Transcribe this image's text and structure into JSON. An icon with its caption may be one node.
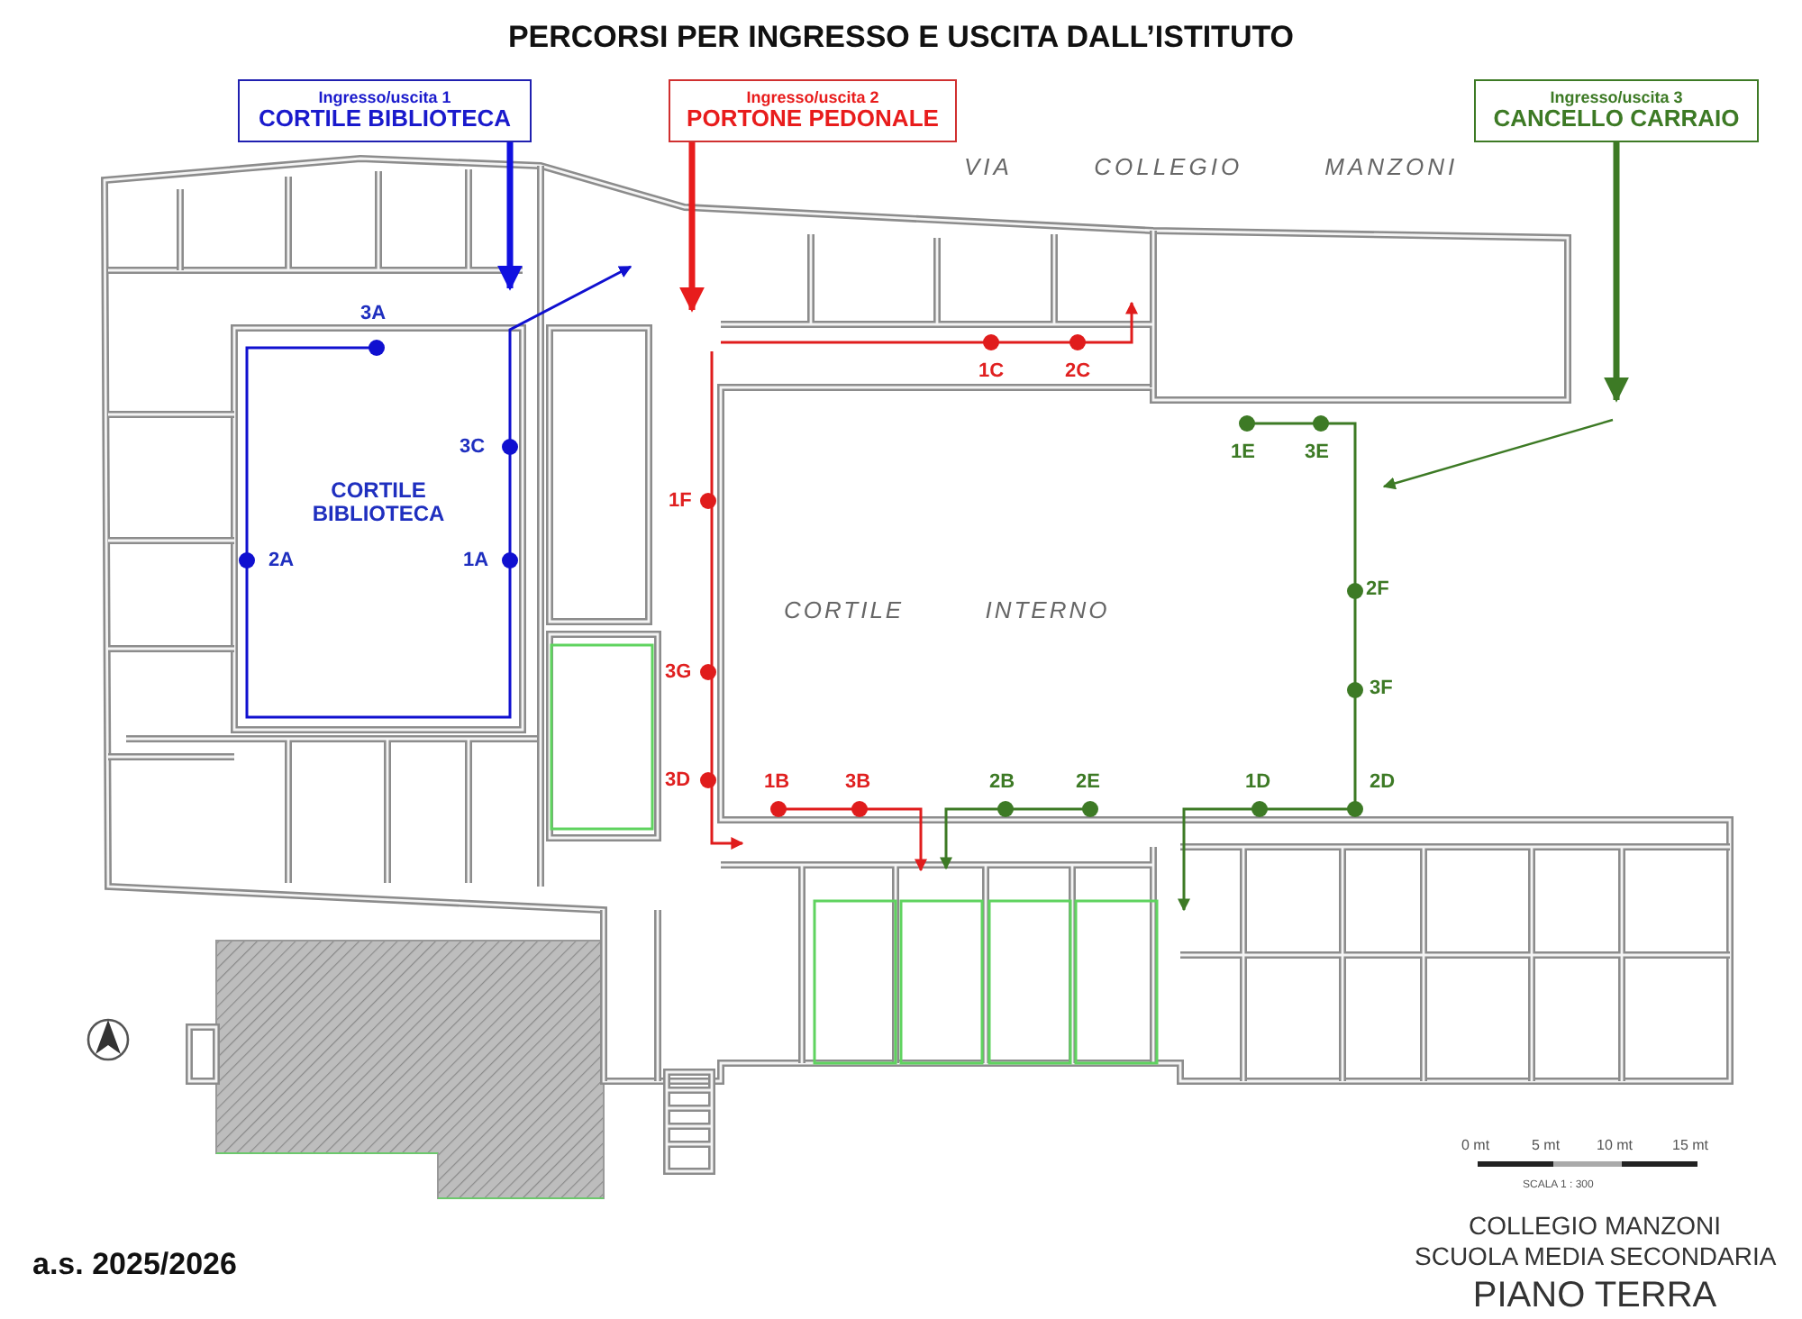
{
  "diagram": {
    "title": "PERCORSI PER INGRESSO E USCITA DALL’ISTITUTO",
    "nodes": [
      {
        "text": [
          "Ingresso/uscita 1",
          "CORTILE BIBLIOTECA"
        ]
      },
      {
        "text": [
          "Ingresso/uscita 2",
          "PORTONE PEDONALE"
        ]
      },
      {
        "text": [
          "Ingresso/uscita 3",
          "CANCELLO CARRAIO"
        ]
      }
    ],
    "edges": [
      {
        "from": 0,
        "to": null,
        "arrow": "to",
        "color": "#1010e0"
      },
      {
        "from": 1,
        "to": null,
        "arrow": "to",
        "color": "#e81c1c"
      },
      {
        "from": 2,
        "to": null,
        "arrow": "to",
        "color": "#3d7a25"
      }
    ],
    "labels": [
      "VIA COLLEGIO MANZONI",
      "3A",
      "CORTILE BIBLIOTECA",
      "3C",
      "1C",
      "2C",
      "1E",
      "3E",
      "1F",
      "2A",
      "1A",
      "2F",
      "CORTILE INTERNO",
      "3G",
      "3F",
      "3D",
      "1B",
      "3B",
      "2B",
      "2E",
      "1D",
      "2D",
      "0 mt",
      "5 mt",
      "10 mt",
      "15 mt",
      "SCALA 1 : 300",
      "a.s. 2025/2026",
      "COLLEGIO MANZONI",
      "SCUOLA MEDIA SECONDARIA",
      "PIANO TERRA"
    ]
  }
}
